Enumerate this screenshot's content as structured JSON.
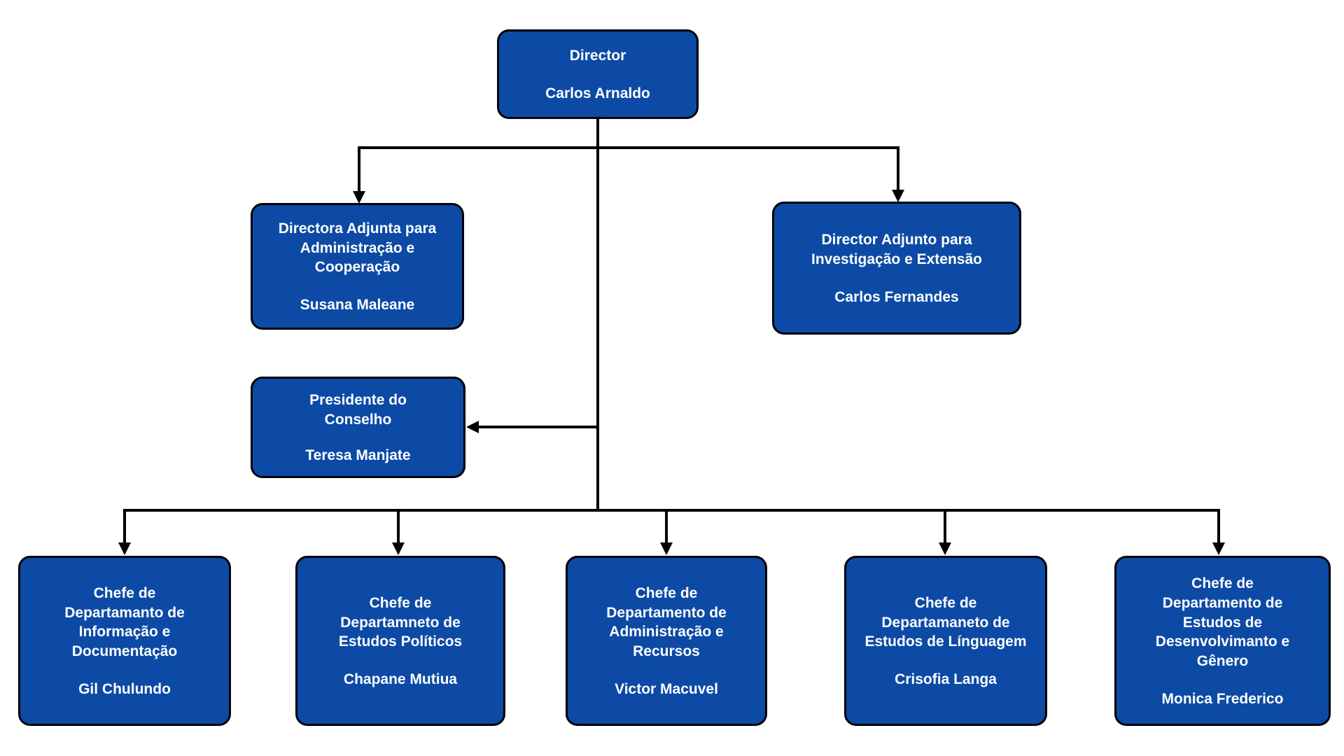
{
  "colors": {
    "box-fill": "#0C4AA6",
    "box-border": "#000000",
    "node-text": "#FFFFFF",
    "line": "#000000",
    "page-bg": "#FFFFFF"
  },
  "chart": {
    "director": {
      "title": "Director",
      "name": "Carlos Arnaldo"
    },
    "deputies": [
      {
        "title": "Directora Adjunta para\nAdministração e\nCooperação",
        "name": "Susana Maleane"
      },
      {
        "title": "Director Adjunto para\nInvestigação e Extensão",
        "name": "Carlos Fernandes"
      }
    ],
    "council": {
      "title": "Presidente do\nConselho",
      "name": "Teresa Manjate"
    },
    "departments": [
      {
        "title": "Chefe de\nDepartamanto de\nInformação e\nDocumentação",
        "name": "Gil Chulundo"
      },
      {
        "title": "Chefe de\nDepartamneto de\nEstudos Políticos",
        "name": "Chapane Mutiua"
      },
      {
        "title": "Chefe de\nDepartamento de\nAdministração e\nRecursos",
        "name": "Victor Macuvel"
      },
      {
        "title": "Chefe de\nDepartamaneto de\nEstudos de Línguagem",
        "name": "Crisofia Langa"
      },
      {
        "title": "Chefe de\nDepartamento de\nEstudos de\nDesenvolvimanto e\nGênero",
        "name": "Monica Frederico"
      }
    ]
  }
}
